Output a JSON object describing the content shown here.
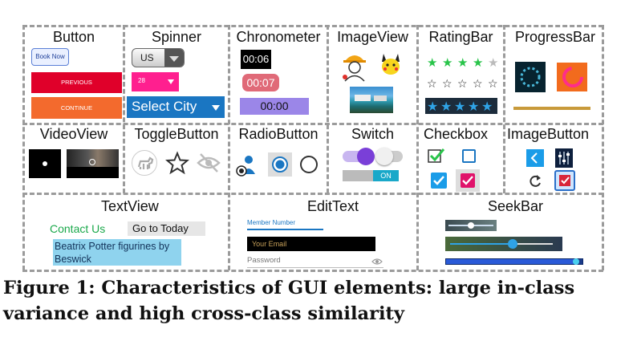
{
  "colors": {
    "grid": "#9b9b9b",
    "red": "#e0002a",
    "orange": "#f36a2d",
    "pink": "#ff1f8f",
    "blue": "#1a76c2",
    "purple": "#9b86e8",
    "green": "#29c44a",
    "teal": "#19a8c9"
  },
  "cells": {
    "button": {
      "title": "Button",
      "book_now": "Book Now",
      "previous": "PREVIOUS",
      "continue": "CONTINUE"
    },
    "spinner": {
      "title": "Spinner",
      "us": "US",
      "num": "28",
      "select_city": "Select City"
    },
    "chronometer": {
      "title": "Chronometer",
      "t1": "00:06",
      "t2": "00:07",
      "t3": "00:00"
    },
    "imageview": {
      "title": "ImageView"
    },
    "ratingbar": {
      "title": "RatingBar"
    },
    "progressbar": {
      "title": "ProgressBar"
    },
    "videoview": {
      "title": "VideoView"
    },
    "togglebutton": {
      "title": "ToggleButton"
    },
    "radiobutton": {
      "title": "RadioButton"
    },
    "switch": {
      "title": "Switch",
      "on_label": "ON"
    },
    "checkbox": {
      "title": "Checkbox"
    },
    "imagebutton": {
      "title": "ImageButton"
    },
    "textview": {
      "title": "TextView",
      "contact": "Contact Us",
      "goto": "Go to Today",
      "beatrix": "Beatrix Potter figurines by Beswick"
    },
    "edittext": {
      "title": "EditText",
      "member": "Member Number",
      "email": "Your Email",
      "password": "Password"
    },
    "seekbar": {
      "title": "SeekBar"
    }
  },
  "caption": "Figure 1: Characteristics of GUI elements: large in-class variance and high cross-class similarity"
}
